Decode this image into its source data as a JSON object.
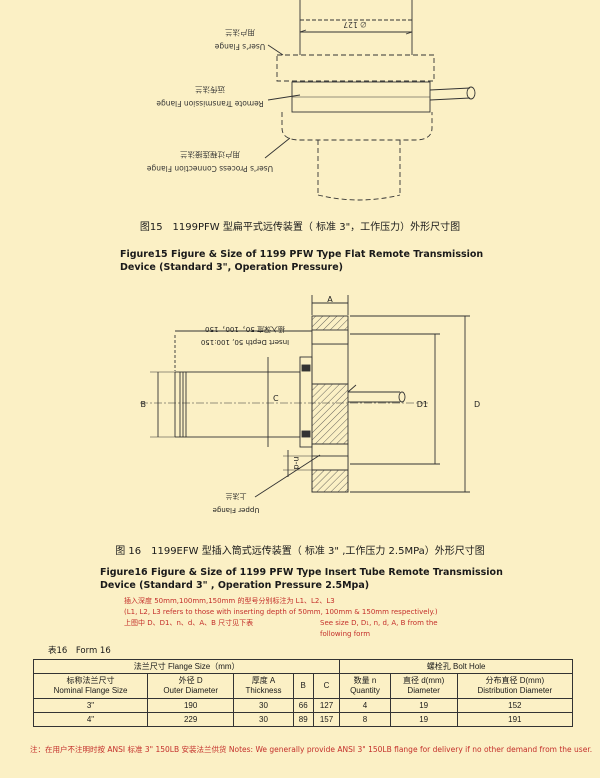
{
  "figure15": {
    "caption_cn": "图15　1199PFW 型扁平式远传装置（ 标准 3\"，工作压力）外形尺寸图",
    "title_en_1": "Figure15 Figure & Size of 1199 PFW Type Flat Remote Transmission",
    "title_en_2": "Device (Standard 3\", Operation Pressure)",
    "labels": {
      "users_flange_cn": "用户法兰",
      "users_flange_en": "User's Flange",
      "remote_flange_cn": "远传法兰",
      "remote_flange_en": "Remote Transmission Flange",
      "process_flange_cn": "用户过程连接法兰",
      "process_flange_en": "User's Process Connection Flange",
      "diameter": "∅ 127"
    }
  },
  "figure16": {
    "caption_cn": "图 16　1199EFW 型插入筒式远传装置（ 标准 3\" ,工作压力 2.5MPa）外形尺寸图",
    "title_en_1": "Figure16 Figure & Size of 1199 PFW Type Insert Tube Remote Transmission",
    "title_en_2": "Device (Standard 3\" , Operation Pressure 2.5Mpa)",
    "labels": {
      "a": "A",
      "b": "B",
      "c": "C",
      "d": "D",
      "d1": "D1",
      "nd": "n-d",
      "insert_depth_cn": "插入深度 50，100，150",
      "insert_depth_en": "Insert Depth 50, 100:150",
      "upper_flange_cn": "上法兰",
      "upper_flange_en": "Upper Flange"
    },
    "note_cn_1": "插入深度 50mm,100mm,150mm 的型号分别标注为 L1、L2、L3",
    "note_en_1": "(L1, L2, L3 refers to those with inserting depth of 50mm, 100mm & 150mm respectively.)",
    "note_cn_2": "上图中 D、D1、n、d、A、B 尺寸见下表",
    "note_en_2": "See size D, D₁, n, d, A, B from the following form"
  },
  "table": {
    "caption": "表16　Form  16",
    "group_flange": "法兰尺寸 Flange Size（mm）",
    "group_bolt": "螺栓孔 Bolt Hole",
    "headers": {
      "nominal_cn": "标称法兰尺寸",
      "nominal_en": "Nominal Flange Size",
      "outer_cn": "外径 D",
      "outer_en": "Outer Diameter",
      "thick_cn": "厚度 A",
      "thick_en": "Thickness",
      "b": "B",
      "c": "C",
      "qty_cn": "数量 n",
      "qty_en": "Quantity",
      "dia_cn": "直径 d(mm)",
      "dia_en": "Diameter",
      "dist_cn": "分布直径 D(mm)",
      "dist_en": "Distribution Diameter"
    },
    "rows": [
      {
        "size": "3\"",
        "outer": "190",
        "thick": "30",
        "b": "66",
        "c": "127",
        "qty": "4",
        "dia": "19",
        "dist": "152"
      },
      {
        "size": "4\"",
        "outer": "229",
        "thick": "30",
        "b": "89",
        "c": "157",
        "qty": "8",
        "dia": "19",
        "dist": "191"
      }
    ]
  },
  "footnote": "注：在用户不注明时按 ANSI 标准 3\" 150LB 安装法兰供货  Notes: We generally provide ANSI 3\" 150LB flange for delivery if no other demand from the user.",
  "colors": {
    "background": "#fbf0c5",
    "red_text": "#c4302b",
    "line": "#333333"
  }
}
